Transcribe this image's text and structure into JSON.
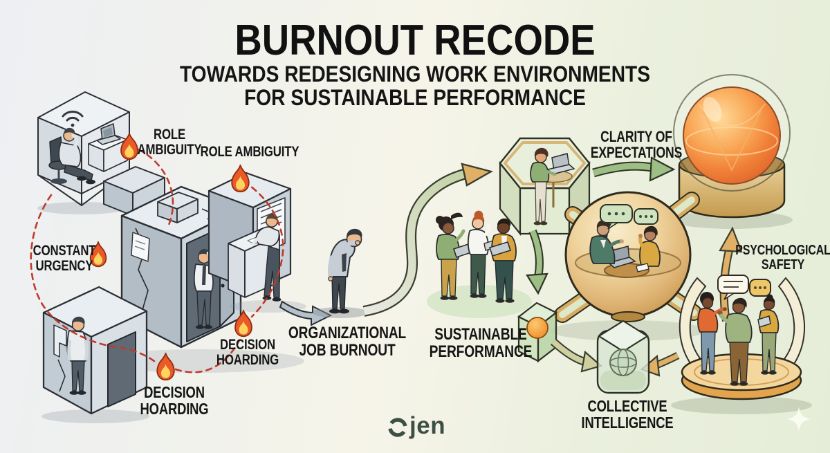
{
  "header": {
    "title": "BURNOUT RECODE",
    "subtitle_line1": "TOWARDS REDESIGNING WORK ENVIRONMENTS",
    "subtitle_line2": "FOR SUSTAINABLE PERFORMANCE"
  },
  "burnout_causes": {
    "role_ambiguity_top": {
      "line1": "ROLE",
      "line2": "AMBIGUITY"
    },
    "role_ambiguity_right": {
      "line1": "ROLE AMBIGUITY"
    },
    "constant_urgency": {
      "line1": "CONSTANT",
      "line2": "URGENCY"
    },
    "decision_hoarding_right": {
      "line1": "DECISION",
      "line2": "HOARDING"
    },
    "decision_hoarding_bottom": {
      "line1": "DECISION",
      "line2": "HOARDING"
    }
  },
  "center": {
    "organizational_job_burnout": {
      "line1": "ORGANIZATIONAL",
      "line2": "JOB BURNOUT"
    }
  },
  "redesign_outcomes": {
    "sustainable_performance": {
      "line1": "SUSTAINABLE",
      "line2": "PERFORMANCE"
    },
    "clarity_of_expectations": {
      "line1": "CLARITY OF",
      "line2": "EXPECTATIONS"
    },
    "psychological_safety": {
      "line1": "PSYCHOLOGICAL",
      "line2": "SAFETY"
    },
    "collective_intelligence": {
      "line1": "COLLECTIVE",
      "line2": "INTELLIGENCE"
    }
  },
  "branding": {
    "logo_text": "Ojen",
    "logo_text_rest": "jen"
  },
  "icons": {
    "fire": "flame",
    "wifi": "wifi-signal",
    "speech_dots": "speech-bubble-ellipsis",
    "speech_lines": "speech-bubble-text",
    "sparkle": "four-point-star"
  },
  "colors": {
    "background_left": "#eef0f2",
    "background_right": "#e7eedb",
    "text": "#161616",
    "flame_orange": "#ea5a28",
    "flame_yellow": "#ffd45e",
    "dashed_line_red": "#bf3a2c",
    "arrow_gray": "#b5c1cb",
    "arrow_green": "#9dbe85",
    "arrow_gold": "#dfb066",
    "pod_amber": "#eed29b",
    "glass_green": "#d9e7c6",
    "orb_orange": "#ef7322",
    "platform_gold": "#f4d79f",
    "logo_green": "#3d5044"
  }
}
